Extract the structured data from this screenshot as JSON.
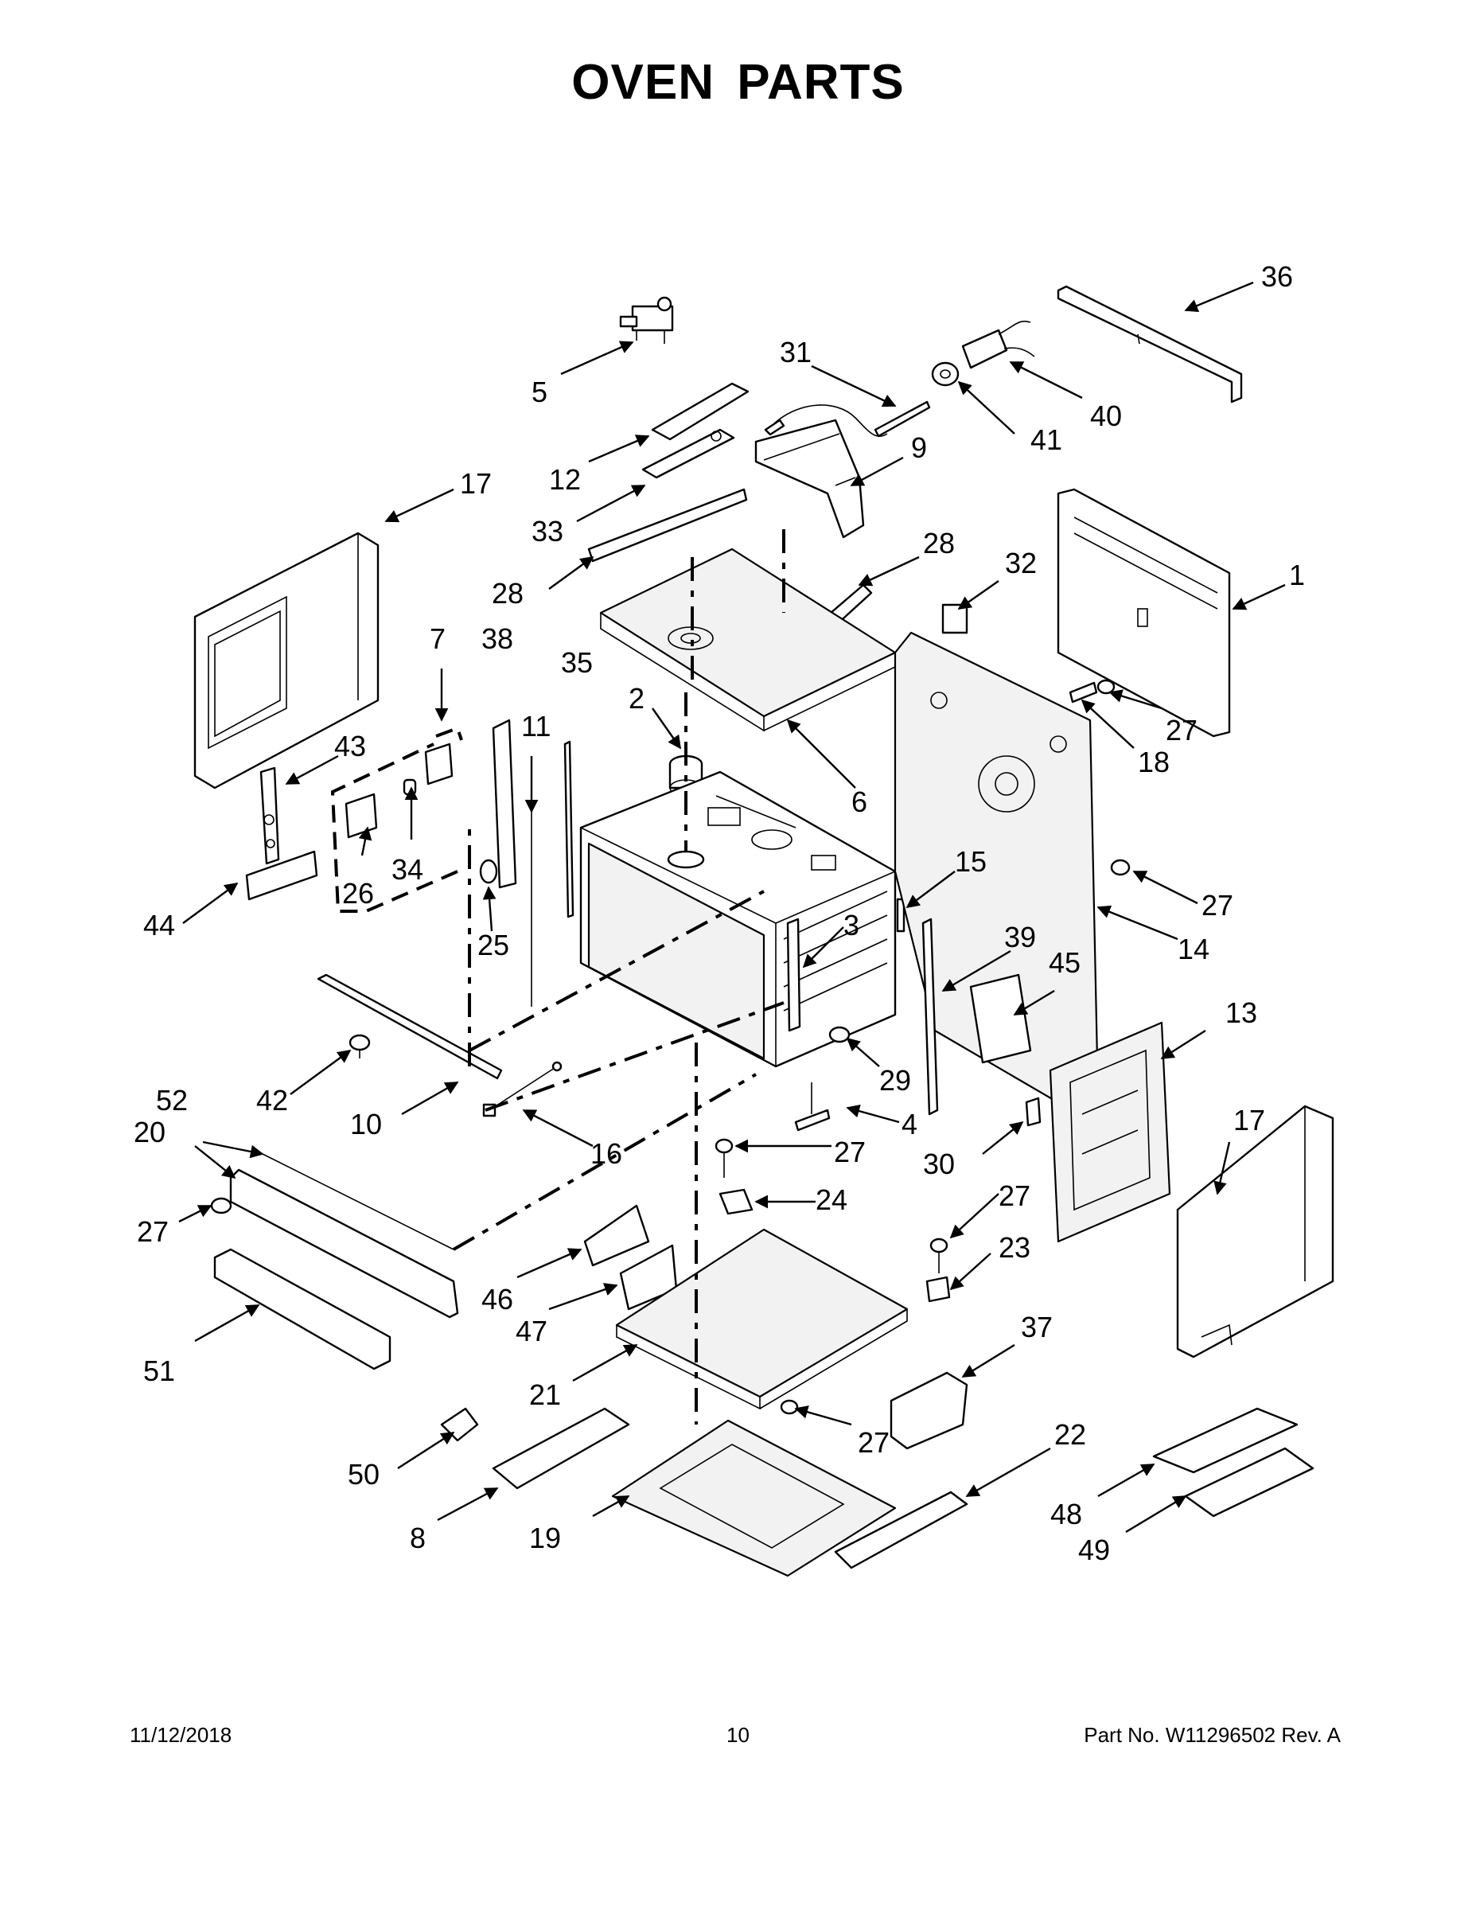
{
  "title": "OVEN PARTS",
  "footer": {
    "date": "11/12/2018",
    "page_number": "10",
    "part_number": "Part No.  W11296502  Rev.  A"
  },
  "callouts": [
    "1",
    "2",
    "3",
    "4",
    "5",
    "6",
    "7",
    "8",
    "9",
    "10",
    "11",
    "12",
    "13",
    "14",
    "15",
    "16",
    "17",
    "17",
    "18",
    "19",
    "20",
    "21",
    "22",
    "23",
    "24",
    "25",
    "26",
    "27",
    "27",
    "27",
    "27",
    "27",
    "27",
    "28",
    "28",
    "29",
    "30",
    "31",
    "32",
    "33",
    "34",
    "35",
    "36",
    "37",
    "38",
    "39",
    "40",
    "41",
    "42",
    "43",
    "44",
    "45",
    "46",
    "47",
    "48",
    "49",
    "50",
    "51",
    "52"
  ]
}
